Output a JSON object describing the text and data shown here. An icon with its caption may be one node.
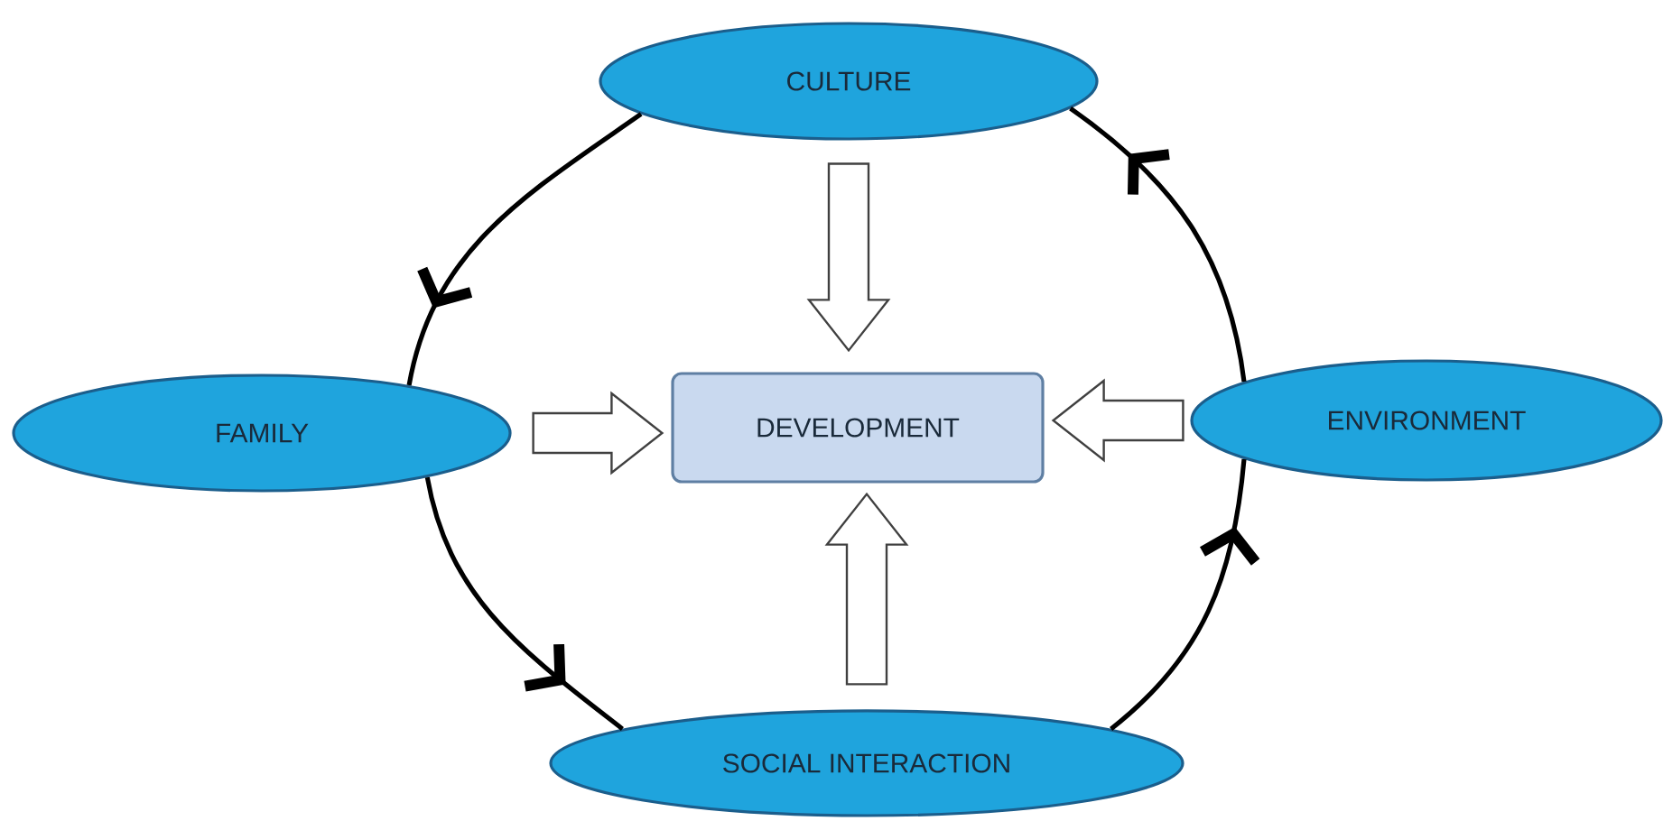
{
  "diagram": {
    "nodes": [
      {
        "text": [
          "CULTURE"
        ]
      },
      {
        "text": [
          "FAMILY"
        ]
      },
      {
        "text": [
          "DEVELOPMENT"
        ]
      },
      {
        "text": [
          "ENVIRONMENT"
        ]
      },
      {
        "text": [
          "SOCIAL INTERACTION"
        ]
      }
    ],
    "edges": [
      {
        "from": 0,
        "to": 1,
        "arrow": "to"
      },
      {
        "from": 1,
        "to": 4,
        "arrow": "to"
      },
      {
        "from": 4,
        "to": 3,
        "arrow": "to"
      },
      {
        "from": 3,
        "to": 0,
        "arrow": "to"
      },
      {
        "from": 0,
        "to": 2,
        "arrow": "to"
      },
      {
        "from": 1,
        "to": 2,
        "arrow": "to"
      },
      {
        "from": 3,
        "to": 2,
        "arrow": "to"
      },
      {
        "from": 4,
        "to": 2,
        "arrow": "to"
      }
    ]
  }
}
